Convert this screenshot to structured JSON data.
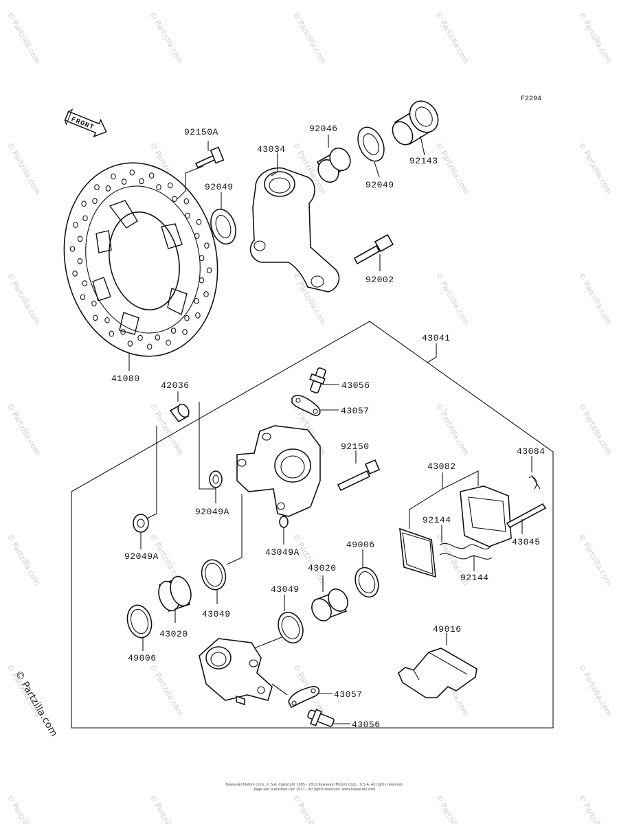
{
  "diagram": {
    "code": "F2294",
    "front_label": "FRONT",
    "watermark": "© Partzilla.com",
    "brand": "© Partzilla.com",
    "footer": [
      "Kawasaki Motors Corp., U.S.A. Copyright 1995 - 2011 Kawasaki Motors Corp., U.S.A. All rights reserved.",
      "Page last published Dec 2011 - All rights reserved. www.kawasaki.com"
    ]
  },
  "parts": {
    "p92150A": "92150A",
    "p43034": "43034",
    "p92046": "92046",
    "p92049_top": "92049",
    "p92049_right": "92049",
    "p92143": "92143",
    "p92002": "92002",
    "p41080": "41080",
    "p43041": "43041",
    "p42036": "42036",
    "p43056_top": "43056",
    "p43057_top": "43057",
    "p92150": "92150",
    "p43082": "43082",
    "p43084": "43084",
    "p92049A_mid": "92049A",
    "p92049A_left": "92049A",
    "p43049A": "43049A",
    "p92144_a": "92144",
    "p92144_b": "92144",
    "p43045": "43045",
    "p49006_right": "49006",
    "p43020_right": "43020",
    "p43049_right": "43049",
    "p43049_left": "43049",
    "p43020_left": "43020",
    "p49006_left": "49006",
    "p49016": "49016",
    "p43057_bot": "43057",
    "p43056_bot": "43056"
  }
}
